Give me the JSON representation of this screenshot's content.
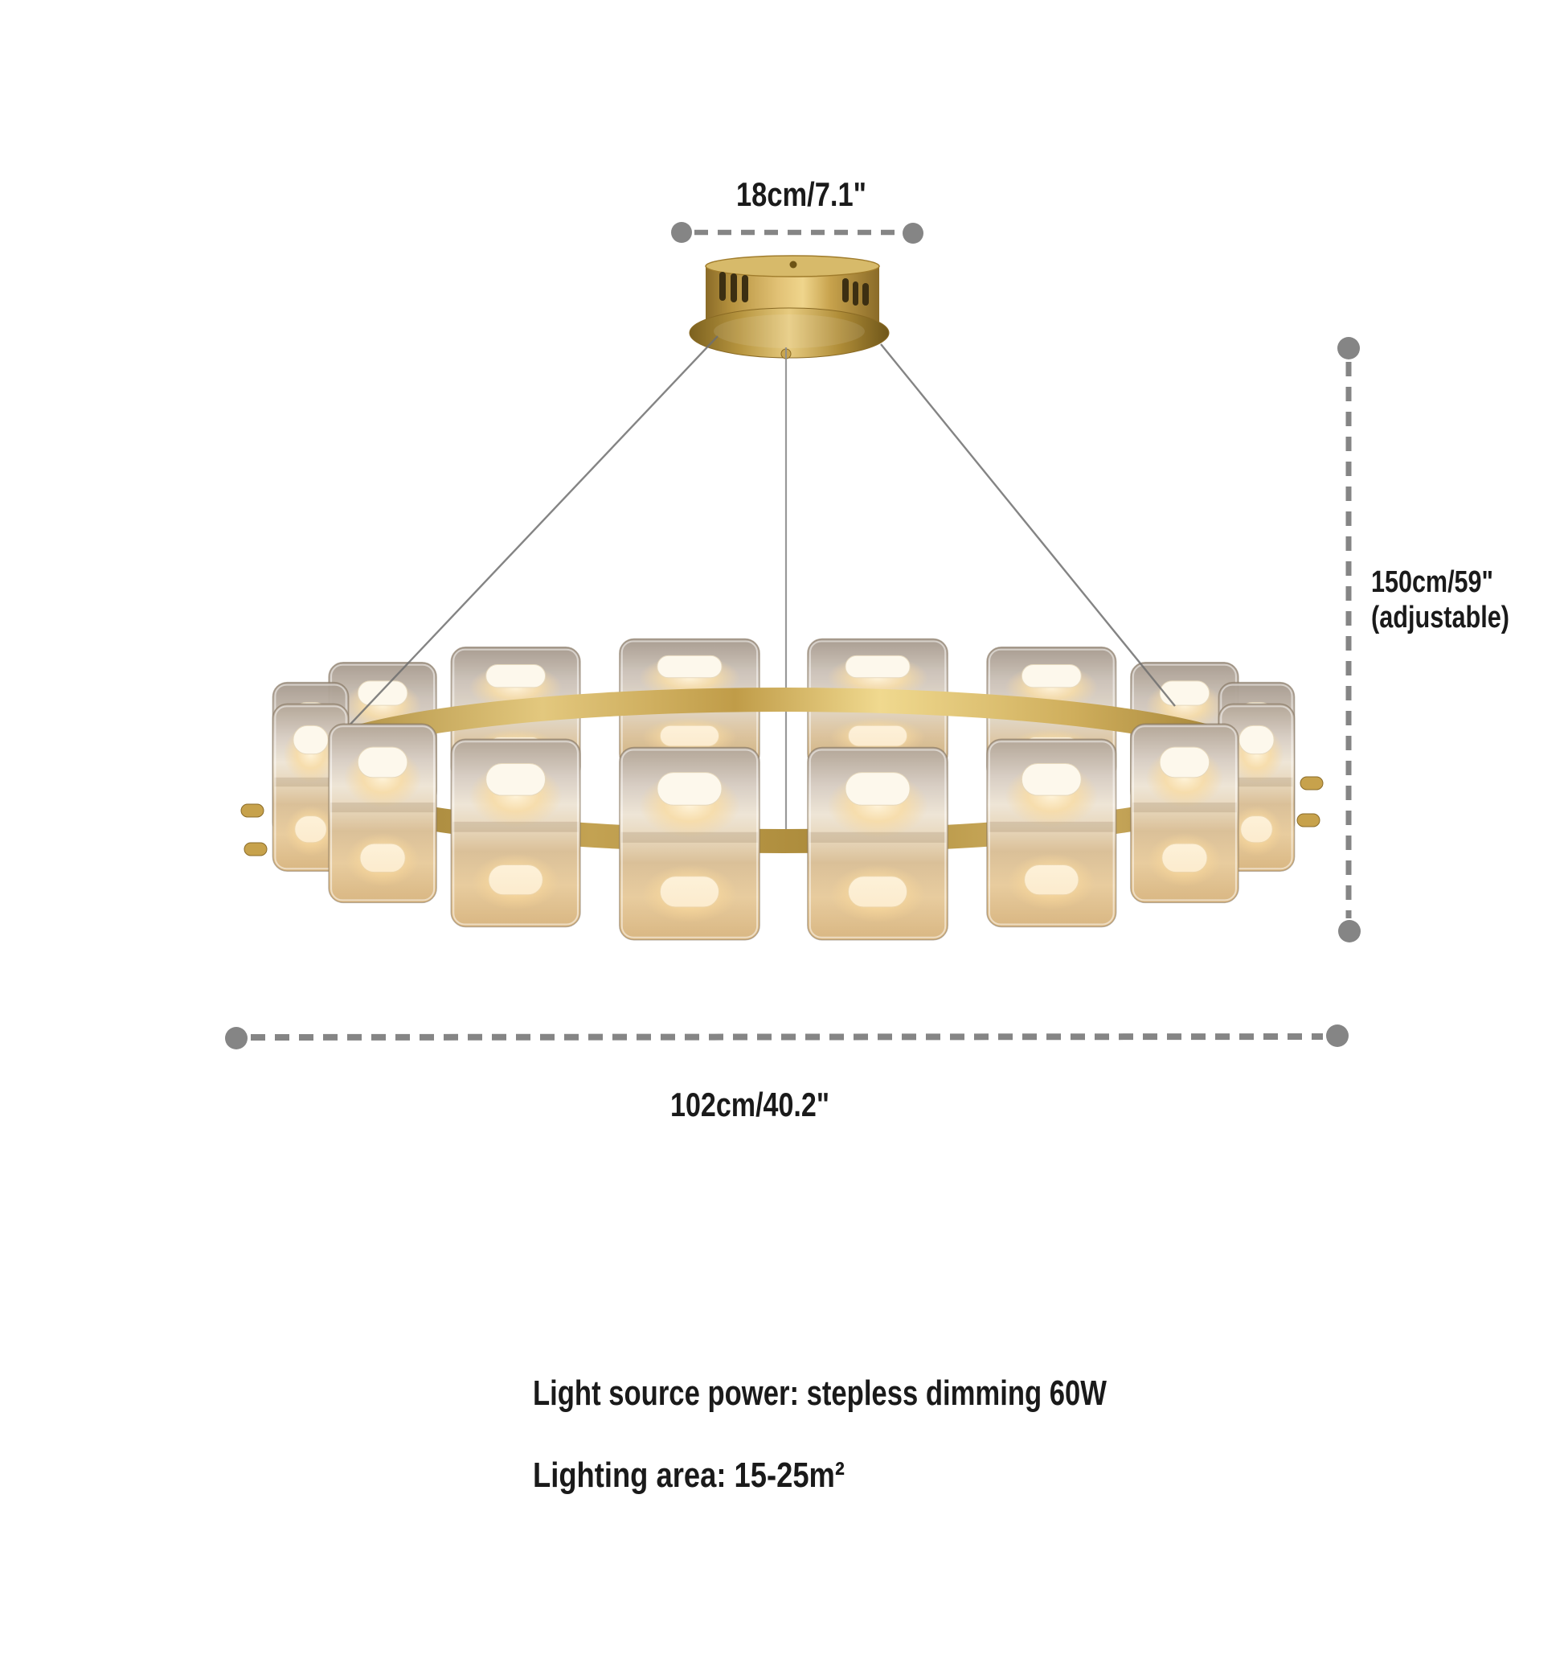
{
  "image": {
    "description": "Product dimension diagram of a modern round LED chandelier with smoky glass cube shades on a gold ring, hung by three wires from a round gold ceiling canopy",
    "background": "#ffffff"
  },
  "dimensions": {
    "canopy_width": "18cm/7.1\"",
    "height": "150cm/59\"",
    "height_note": "(adjustable)",
    "diameter": "102cm/40.2\""
  },
  "specs": {
    "power": "Light source power: stepless dimming 60W",
    "area": "Lighting area: 15-25m²"
  },
  "colors": {
    "background": "#ffffff",
    "dimension": "#858585",
    "text": "#1a1a1a",
    "gold": "#c9a24a",
    "gold_dark": "#8a6b28",
    "gold_light": "#efd58c",
    "glass": "#d8cec4",
    "glow": "#f6d79e",
    "lamp_white": "#fdf8ec",
    "wire": "#6f6f6f"
  },
  "chandelier": {
    "type": "ring chandelier",
    "shade_count": 16,
    "suspension_wires": 3,
    "canopy_shape": "round"
  }
}
